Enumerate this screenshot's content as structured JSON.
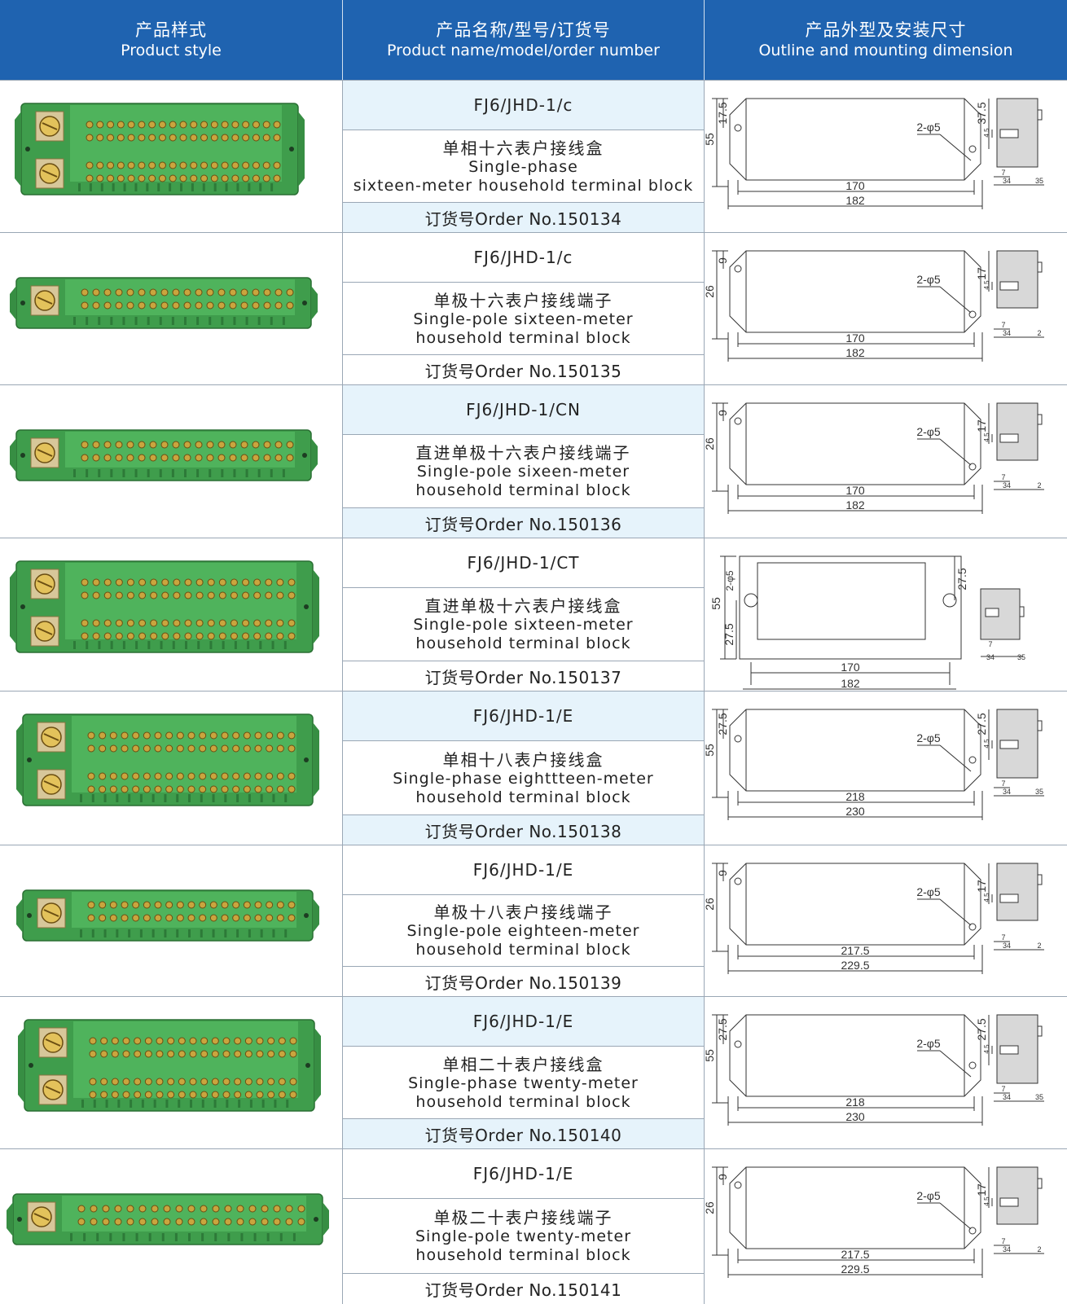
{
  "header": {
    "col1_zh": "产品样式",
    "col1_en": "Product style",
    "col2_zh": "产品名称/型号/订货号",
    "col2_en": "Product name/model/order number",
    "col3_zh": "产品外型及安装尺寸",
    "col3_en": "Outline and mounting dimension"
  },
  "colors": {
    "header_bg": "#1f63b0",
    "shade": "#e6f3fb",
    "product_green": "#3f9d4c"
  },
  "rows": [
    {
      "model": "FJ6/JHD-1/c",
      "name_zh": "单相十六表户接线盒",
      "name_en1": "Single-phase",
      "name_en2": "sixteen-meter household terminal block",
      "order": "订货号Order No.150134",
      "dim": {
        "h": "55",
        "top": "17.5",
        "right": "37.5",
        "hole": "2-φ5",
        "inner": "170",
        "outer": "182",
        "s1": "4.5",
        "s2": "7",
        "s3": "34",
        "s4": "35"
      }
    },
    {
      "model": "FJ6/JHD-1/c",
      "name_zh": "单极十六表户接线端子",
      "name_en1": "Single-pole sixteen-meter",
      "name_en2": "household terminal block",
      "order": "订货号Order No.150135",
      "dim": {
        "h": "26",
        "top": "9",
        "right": "17",
        "hole": "2-φ5",
        "inner": "170",
        "outer": "182",
        "s1": "4.5",
        "s2": "7",
        "s3": "34",
        "s4": "2"
      }
    },
    {
      "model": "FJ6/JHD-1/CN",
      "name_zh": "直进单极十六表户接线端子",
      "name_en1": "Single-pole sixeen-meter",
      "name_en2": "household terminal block",
      "order": "订货号Order No.150136",
      "dim": {
        "h": "26",
        "top": "9",
        "right": "17",
        "hole": "2-φ5",
        "inner": "170",
        "outer": "182",
        "s1": "4.5",
        "s2": "7",
        "s3": "34",
        "s4": "2"
      }
    },
    {
      "model": "FJ6/JHD-1/CT",
      "name_zh": "直进单极十六表户接线盒",
      "name_en1": "Single-pole sixteen-meter",
      "name_en2": "household terminal block",
      "order": "订货号Order No.150137",
      "dim": {
        "h": "55",
        "top": "27.5",
        "right": "27.5",
        "hole": "2-φ5",
        "inner": "170",
        "outer": "182",
        "s1": "",
        "s2": "7",
        "s3": "34",
        "s4": "35"
      }
    },
    {
      "model": "FJ6/JHD-1/E",
      "name_zh": "单相十八表户接线盒",
      "name_en1": "Single-phase eighttteen-meter",
      "name_en2": "household terminal block",
      "order": "订货号Order No.150138",
      "dim": {
        "h": "55",
        "top": "27.5",
        "right": "27.5",
        "hole": "2-φ5",
        "inner": "218",
        "outer": "230",
        "s1": "4.5",
        "s2": "7",
        "s3": "34",
        "s4": "35"
      }
    },
    {
      "model": "FJ6/JHD-1/E",
      "name_zh": "单极十八表户接线端子",
      "name_en1": "Single-pole eighteen-meter",
      "name_en2": "household terminal block",
      "order": "订货号Order No.150139",
      "dim": {
        "h": "26",
        "top": "9",
        "right": "17",
        "hole": "2-φ5",
        "inner": "217.5",
        "outer": "229.5",
        "s1": "4.5",
        "s2": "7",
        "s3": "34",
        "s4": "2"
      }
    },
    {
      "model": "FJ6/JHD-1/E",
      "name_zh": "单相二十表户接线盒",
      "name_en1": "Single-phase twenty-meter",
      "name_en2": "household terminal block",
      "order": "订货号Order No.150140",
      "dim": {
        "h": "55",
        "top": "27.5",
        "right": "27.5",
        "hole": "2-φ5",
        "inner": "218",
        "outer": "230",
        "s1": "4.5",
        "s2": "7",
        "s3": "34",
        "s4": "35"
      }
    },
    {
      "model": "FJ6/JHD-1/E",
      "name_zh": "单极二十表户接线端子",
      "name_en1": "Single-pole twenty-meter",
      "name_en2": "household terminal block",
      "order": "订货号Order No.150141",
      "dim": {
        "h": "26",
        "top": "9",
        "right": "17",
        "hole": "2-φ5",
        "inner": "217.5",
        "outer": "229.5",
        "s1": "4.5",
        "s2": "7",
        "s3": "34",
        "s4": "2"
      }
    }
  ]
}
